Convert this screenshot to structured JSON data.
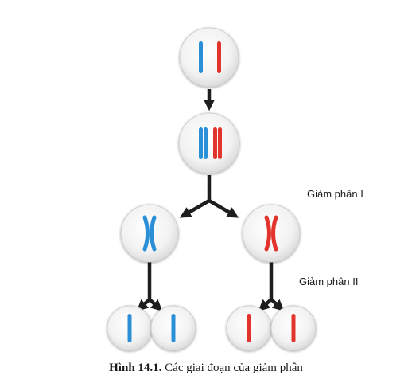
{
  "labels": {
    "meiosis_1": "Giảm phân I",
    "meiosis_2": "Giảm phân II"
  },
  "caption": {
    "number": "Hình 14.1.",
    "text": "Các giai đoạn của giảm phân"
  },
  "colors": {
    "maternal_chromosome": "#2a8fd6",
    "paternal_chromosome": "#e2342c",
    "cell_fill": "#eeeeee",
    "arrow": "#1e1e1e"
  }
}
